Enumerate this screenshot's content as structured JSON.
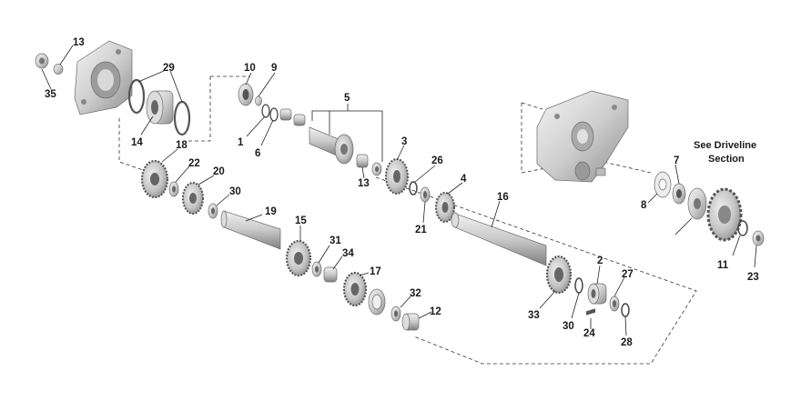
{
  "callouts": {
    "c1": "1",
    "c2": "2",
    "c3": "3",
    "c4": "4",
    "c5": "5",
    "c6": "6",
    "c7": "7",
    "c8": "8",
    "c9": "9",
    "c10": "10",
    "c11": "11",
    "c12": "12",
    "c13a": "13",
    "c13b": "13",
    "c14": "14",
    "c15": "15",
    "c16": "16",
    "c17": "17",
    "c18": "18",
    "c19": "19",
    "c20": "20",
    "c21": "21",
    "c22": "22",
    "c23": "23",
    "c24": "24",
    "c26": "26",
    "c27": "27",
    "c28": "28",
    "c29": "29",
    "c30a": "30",
    "c30b": "30",
    "c31": "31",
    "c32": "32",
    "c33": "33",
    "c34": "34",
    "c35": "35"
  },
  "note": {
    "line1": "See Driveline",
    "line2": "Section"
  },
  "colors": {
    "metal_light": "#e6e6e6",
    "metal_mid": "#bdbdbd",
    "metal_dark": "#8a8a8a",
    "ink": "#1a1a1a"
  }
}
